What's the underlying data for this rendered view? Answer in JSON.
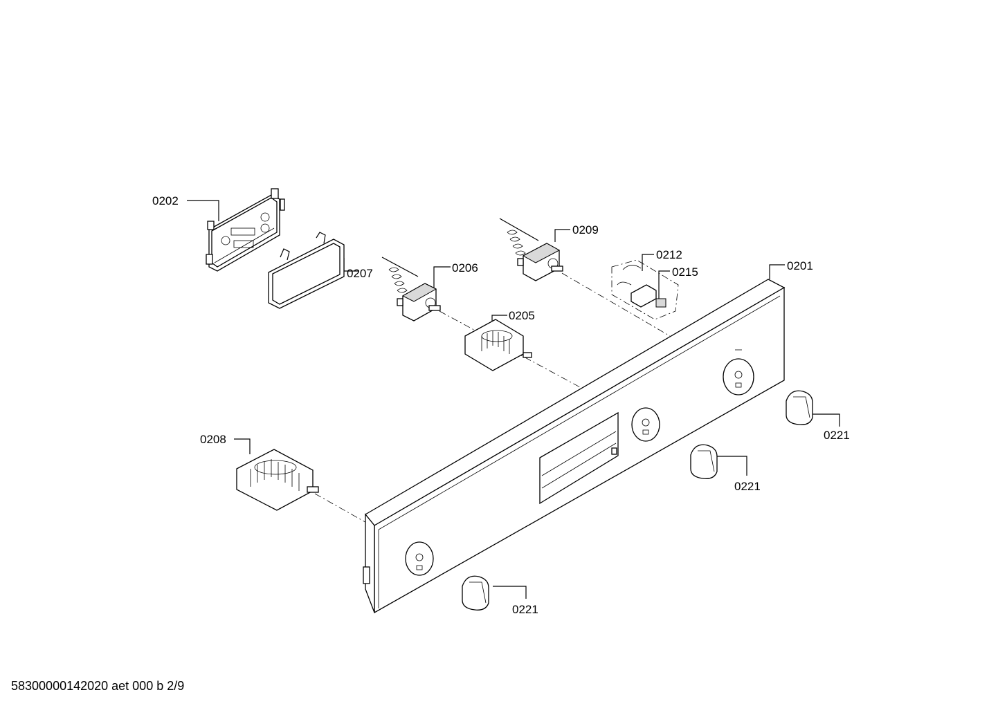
{
  "callouts": {
    "c0202": "0202",
    "c0207": "0207",
    "c0206": "0206",
    "c0209": "0209",
    "c0212": "0212",
    "c0215": "0215",
    "c0201": "0201",
    "c0205": "0205",
    "c0208": "0208",
    "c0221_right": "0221",
    "c0221_middle": "0221",
    "c0221_bottom": "0221"
  },
  "footer": {
    "document_id": "58300000142020 aet 000 b 2/9"
  }
}
